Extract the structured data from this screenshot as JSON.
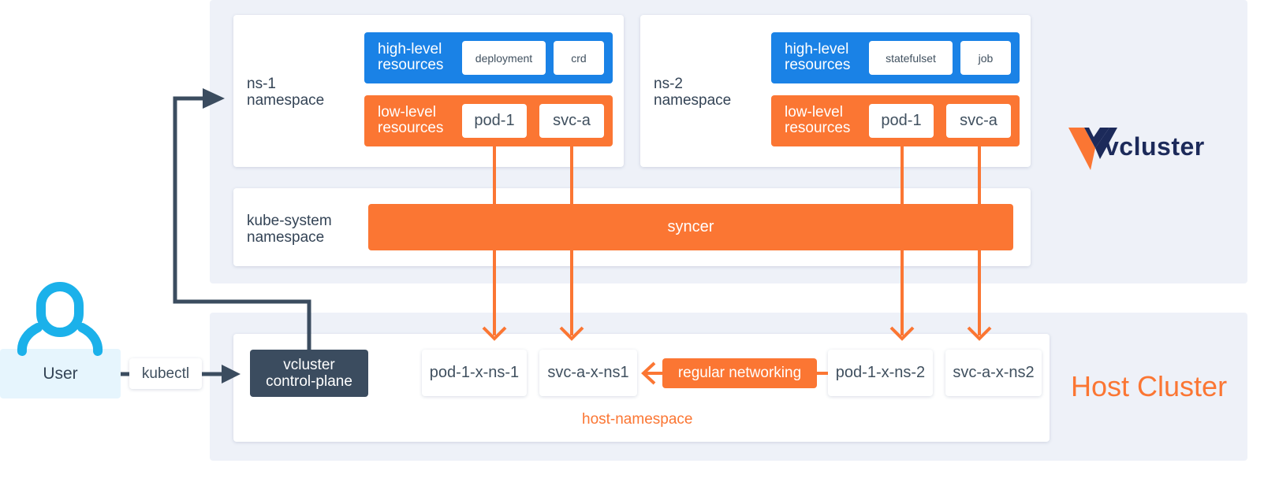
{
  "colors": {
    "blue": "#1a82e6",
    "orange": "#fb7633",
    "dark": "#3b4c5f",
    "region_bg": "#eef1f8",
    "user_icon": "#1bb1ea",
    "logo_navy": "#1c2a5a"
  },
  "virtual": {
    "ns1": {
      "label_line1": "ns-1",
      "label_line2": "namespace",
      "high": {
        "line1": "high-level",
        "line2": "resources",
        "items": [
          "deployment",
          "crd"
        ]
      },
      "low": {
        "line1": "low-level",
        "line2": "resources",
        "items": [
          "pod-1",
          "svc-a"
        ]
      }
    },
    "ns2": {
      "label_line1": "ns-2",
      "label_line2": "namespace",
      "high": {
        "line1": "high-level",
        "line2": "resources",
        "items": [
          "statefulset",
          "job"
        ]
      },
      "low": {
        "line1": "low-level",
        "line2": "resources",
        "items": [
          "pod-1",
          "svc-a"
        ]
      }
    },
    "kube_system": {
      "label_line1": "kube-system",
      "label_line2": "namespace",
      "syncer": "syncer"
    },
    "logo_text": "vcluster"
  },
  "host": {
    "title": "Host Cluster",
    "namespace_label": "host-namespace",
    "items": [
      "pod-1-x-ns-1",
      "svc-a-x-ns1",
      "pod-1-x-ns-2",
      "svc-a-x-ns2"
    ],
    "networking": "regular networking"
  },
  "user": {
    "label": "User",
    "tool": "kubectl"
  },
  "control_plane": {
    "line1": "vcluster",
    "line2": "control-plane"
  }
}
